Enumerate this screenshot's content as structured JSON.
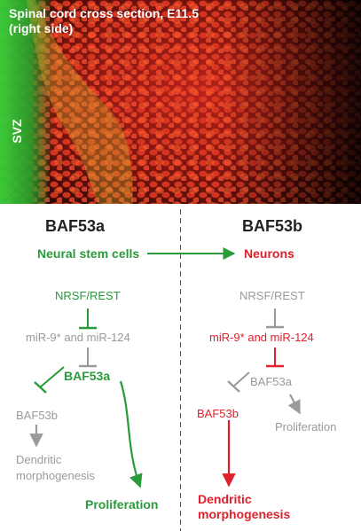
{
  "micrograph": {
    "caption_line1": "Spinal cord  cross section, E11.5",
    "caption_line2": "(right side)",
    "zone_label": "SVZ"
  },
  "columns": {
    "left_header": "BAF53a",
    "right_header": "BAF53b"
  },
  "left": {
    "source": "Neural stem cells",
    "repressor": "NRSF/REST",
    "mirnas": "miR-9* and miR-124",
    "active_subunit": "BAF53a",
    "inactive_subunit": "BAF53b",
    "dendritic_line1": "Dendritic",
    "dendritic_line2": "morphogenesis",
    "outcome": "Proliferation"
  },
  "right": {
    "target": "Neurons",
    "repressor": "NRSF/REST",
    "mirnas": "miR-9* and miR-124",
    "inactive_subunit": "BAF53a",
    "proliferation": "Proliferation",
    "active_subunit": "BAF53b",
    "outcome_line1": "Dendritic",
    "outcome_line2": "morphogenesis"
  },
  "colors": {
    "green": "#2a9a3a",
    "red": "#e0202a",
    "gray": "#9a9a9a",
    "divider": "#555555"
  }
}
